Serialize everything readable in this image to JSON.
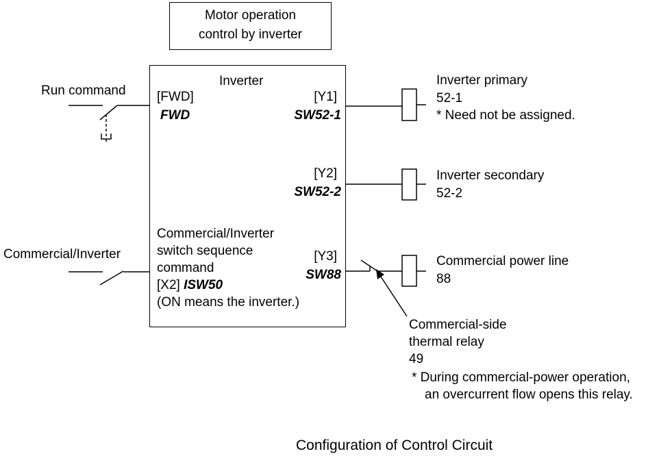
{
  "title_box": {
    "line1": "Motor operation",
    "line2": "control by inverter"
  },
  "inverter": {
    "label": "Inverter",
    "fwd": {
      "terminal": "[FWD]",
      "function": "FWD"
    },
    "y1": {
      "terminal": "[Y1]",
      "function": "SW52-1"
    },
    "y2": {
      "terminal": "[Y2]",
      "function": "SW52-2"
    },
    "y3": {
      "terminal": "[Y3]",
      "function": "SW88"
    },
    "x2": {
      "line1": "Commercial/Inverter",
      "line2": "switch sequence",
      "line3": "command",
      "terminal": "[X2]",
      "function": "ISW50",
      "line5": "(ON means the inverter.)"
    }
  },
  "inputs": {
    "run_command": "Run command",
    "commercial_inverter": "Commercial/Inverter"
  },
  "outputs": {
    "y1": {
      "line1": "Inverter primary",
      "line2": "52-1",
      "note": "* Need not be assigned."
    },
    "y2": {
      "line1": "Inverter secondary",
      "line2": "52-2"
    },
    "y3": {
      "line1": "Commercial power line",
      "line2": "88"
    }
  },
  "thermal_relay": {
    "line1": "Commercial-side",
    "line2": "thermal relay",
    "line3": "49",
    "note1": "* During commercial-power operation,",
    "note2": "an overcurrent flow opens this relay."
  },
  "caption": "Configuration of Control Circuit"
}
